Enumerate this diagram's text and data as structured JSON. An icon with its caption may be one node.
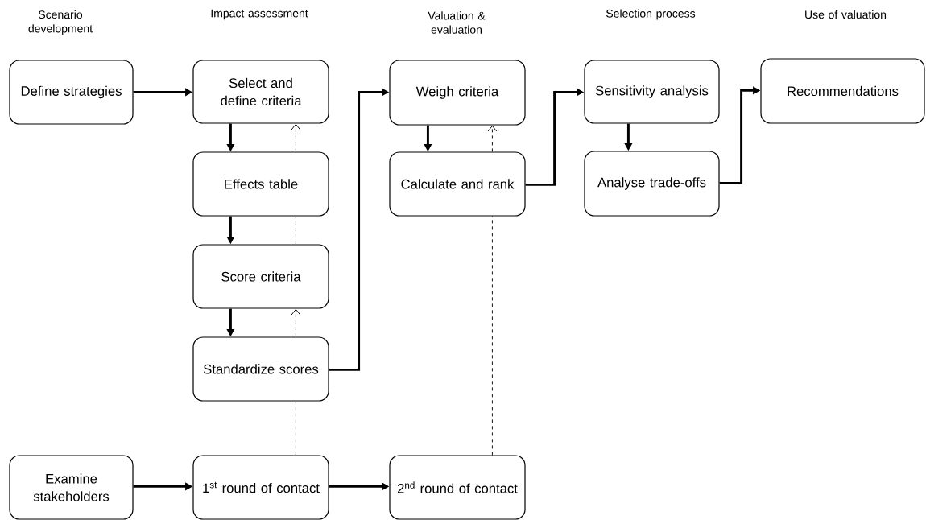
{
  "diagram": {
    "nodes": [
      {
        "text": [
          "Define strategies"
        ]
      },
      {
        "text": [
          "Select and define criteria"
        ]
      },
      {
        "text": [
          "Effects table"
        ]
      },
      {
        "text": [
          "Score criteria"
        ]
      },
      {
        "text": [
          "Standardize scores"
        ]
      },
      {
        "text": [
          "Weigh criteria"
        ]
      },
      {
        "text": [
          "Calculate and rank"
        ]
      },
      {
        "text": [
          "Sensitivity analysis"
        ]
      },
      {
        "text": [
          "Analyse trade-offs"
        ]
      },
      {
        "text": [
          "Recommendations"
        ]
      },
      {
        "text": [
          "Examine stakeholders"
        ]
      },
      {
        "text": [
          "1$^{st}$ round of contact"
        ]
      },
      {
        "text": [
          "2$^{nd}$ round of contact"
        ]
      }
    ],
    "edges": [
      {
        "from": 0,
        "to": 1,
        "arrow": "to"
      },
      {
        "from": 1,
        "to": 2,
        "arrow": "to"
      },
      {
        "from": 2,
        "to": 3,
        "arrow": "to"
      },
      {
        "from": 3,
        "to": 4,
        "arrow": "to"
      },
      {
        "from": 4,
        "to": 5,
        "arrow": "to"
      },
      {
        "from": 5,
        "to": 6,
        "arrow": "to"
      },
      {
        "from": 6,
        "to": 7,
        "arrow": "to"
      },
      {
        "from": 7,
        "to": 8,
        "arrow": "to"
      },
      {
        "from": 8,
        "to": 9,
        "arrow": "to"
      },
      {
        "from": 10,
        "to": 11,
        "arrow": "to"
      },
      {
        "from": 11,
        "to": 12,
        "arrow": "to"
      },
      {
        "from": 11,
        "to": 4,
        "arrow": "none",
        "style": "dashed"
      },
      {
        "from": 4,
        "to": 3,
        "arrow": "to",
        "style": "dashed"
      },
      {
        "from": 3,
        "to": 2,
        "arrow": "none",
        "style": "dashed"
      },
      {
        "from": 2,
        "to": 1,
        "arrow": "to",
        "style": "dashed"
      },
      {
        "from": 12,
        "to": 6,
        "arrow": "none",
        "style": "dashed"
      },
      {
        "from": 6,
        "to": 5,
        "arrow": "to",
        "style": "dashed"
      }
    ],
    "labels": [
      "Scenario development",
      "Impact assessment",
      "Valuation & evaluation",
      "Selection process",
      "Use of valuation"
    ]
  }
}
